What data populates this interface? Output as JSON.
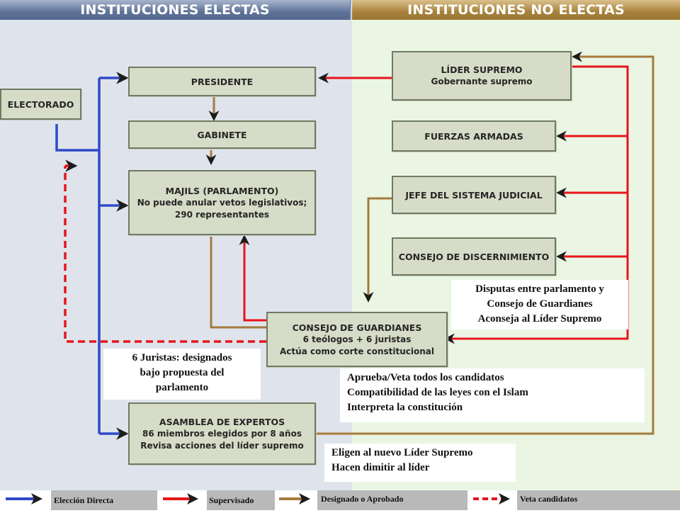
{
  "headers": {
    "elected": "INSTITUCIONES ELECTAS",
    "unelected": "INSTITUCIONES NO ELECTAS"
  },
  "boxes": {
    "electorado": "ELECTORADO",
    "presidente": "PRESIDENTE",
    "gabinete": "GABINETE",
    "majlis_title": "MAJILS (PARLAMENTO)",
    "majlis_line1": "No puede anular vetos legislativos;",
    "majlis_line2": "290 representantes",
    "consejo_title": "CONSEJO DE GUARDIANES",
    "consejo_line1": "6 teólogos + 6 juristas",
    "consejo_line2": "Actúa como corte constitucional",
    "asamblea_title": "ASAMBLEA DE EXPERTOS",
    "asamblea_line1": "86 miembros elegidos por 8 años",
    "asamblea_line2": "Revisa acciones del líder supremo",
    "lider_title": "LÍDER SUPREMO",
    "lider_sub": "Gobernante supremo",
    "fuerzas": "FUERZAS ARMADAS",
    "jefe": "JEFE DEL SISTEMA JUDICIAL",
    "discernimiento": "CONSEJO DE DISCERNIMIENTO"
  },
  "notes": {
    "discern_line1": "Disputas entre parlamento y",
    "discern_line2": "Consejo de Guardianes",
    "discern_line3": "Aconseja al Líder Supremo",
    "juristas_line1": "6 Juristas: designados",
    "juristas_line2": "bajo propuesta del",
    "juristas_line3": "parlamento",
    "consejo_line1": "Aprueba/Veta todos los candidatos",
    "consejo_line2": "Compatibilidad de las leyes con el Islam",
    "consejo_line3": "Interpreta la constitución",
    "asamblea_line1": "Eligen al nuevo Líder Supremo",
    "asamblea_line2": "Hacen dimitir al líder"
  },
  "legend": {
    "directa": "Elección Directa",
    "supervisado": "Supervisado",
    "designado": "Designado o Aprobado",
    "veta": "Veta candidatos"
  },
  "colors": {
    "direct_election": "#2f49c8",
    "supervised": "#e8141b",
    "appointed": "#a57a3e",
    "veto": "#e8141b",
    "box_fill": "#d6dcc7",
    "box_border": "#6f7a63"
  }
}
